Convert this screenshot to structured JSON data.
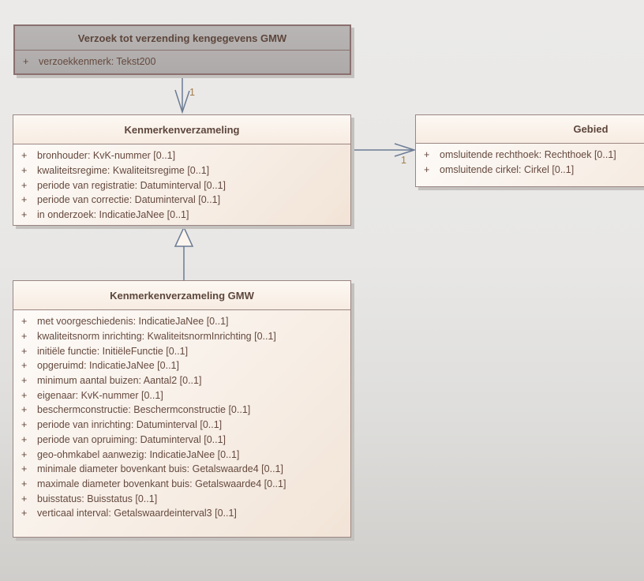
{
  "diagram": {
    "classes": {
      "verzoek": {
        "title": "Verzoek tot verzending kengegevens GMW",
        "attributes": [
          {
            "vis": "+",
            "text": "verzoekkenmerk: Tekst200"
          }
        ]
      },
      "kenmerkenverzameling": {
        "title": "Kenmerkenverzameling",
        "attributes": [
          {
            "vis": "+",
            "text": "bronhouder: KvK-nummer [0..1]"
          },
          {
            "vis": "+",
            "text": "kwaliteitsregime: Kwaliteitsregime [0..1]"
          },
          {
            "vis": "+",
            "text": "periode van registratie: Datuminterval [0..1]"
          },
          {
            "vis": "+",
            "text": "periode van correctie: Datuminterval [0..1]"
          },
          {
            "vis": "+",
            "text": "in onderzoek: IndicatieJaNee [0..1]"
          }
        ]
      },
      "gebied": {
        "title": "Gebied",
        "attributes": [
          {
            "vis": "+",
            "text": "omsluitende rechthoek: Rechthoek [0..1]"
          },
          {
            "vis": "+",
            "text": "omsluitende cirkel: Cirkel [0..1]"
          }
        ]
      },
      "kenmerkenverzameling_gmw": {
        "title": "Kenmerkenverzameling GMW",
        "attributes": [
          {
            "vis": "+",
            "text": "met voorgeschiedenis: IndicatieJaNee [0..1]"
          },
          {
            "vis": "+",
            "text": "kwaliteitsnorm inrichting: KwaliteitsnormInrichting [0..1]"
          },
          {
            "vis": "+",
            "text": "initiële functie: InitiëleFunctie [0..1]"
          },
          {
            "vis": "+",
            "text": "opgeruimd: IndicatieJaNee [0..1]"
          },
          {
            "vis": "+",
            "text": "minimum aantal buizen: Aantal2 [0..1]"
          },
          {
            "vis": "+",
            "text": "eigenaar: KvK-nummer [0..1]"
          },
          {
            "vis": "+",
            "text": "beschermconstructie: Beschermconstructie [0..1]"
          },
          {
            "vis": "+",
            "text": "periode van inrichting: Datuminterval [0..1]"
          },
          {
            "vis": "+",
            "text": "periode van opruiming: Datuminterval [0..1]"
          },
          {
            "vis": "+",
            "text": "geo-ohmkabel aanwezig: IndicatieJaNee [0..1]"
          },
          {
            "vis": "+",
            "text": "minimale diameter bovenkant buis: Getalswaarde4 [0..1]"
          },
          {
            "vis": "+",
            "text": "maximale diameter bovenkant buis: Getalswaarde4 [0..1]"
          },
          {
            "vis": "+",
            "text": "buisstatus: Buisstatus [0..1]"
          },
          {
            "vis": "+",
            "text": "verticaal interval: Getalswaardeinterval3 [0..1]"
          }
        ]
      }
    },
    "connectors": {
      "verzoek_to_kenmerkenverzameling": {
        "type": "directed-association",
        "multiplicity": "1"
      },
      "kenmerkenverzameling_to_gebied": {
        "type": "directed-association",
        "multiplicity": "1"
      },
      "gmw_to_kenmerkenverzameling": {
        "type": "generalization"
      }
    },
    "colors": {
      "class-fill-light-start": "#fefcfa",
      "class-fill-light-end": "#f2e4d7",
      "class-header-light-start": "#fdf8f3",
      "class-header-light-end": "#f7ece2",
      "class-fill-gray-start": "#b8b5b4",
      "class-fill-gray-end": "#adaaa9",
      "class-border": "#9a8683",
      "gray-border": "#8a6f6e",
      "title-text": "#5d463c",
      "attr-text": "#65493e",
      "connector": "#6a7b94",
      "multiplicity-label": "#a37c4a",
      "shadow": "#c4c1be",
      "triangle-fill": "#fbf5ee",
      "canvas-top": "#ebeae8",
      "canvas-bottom": "#d0cecb"
    }
  }
}
